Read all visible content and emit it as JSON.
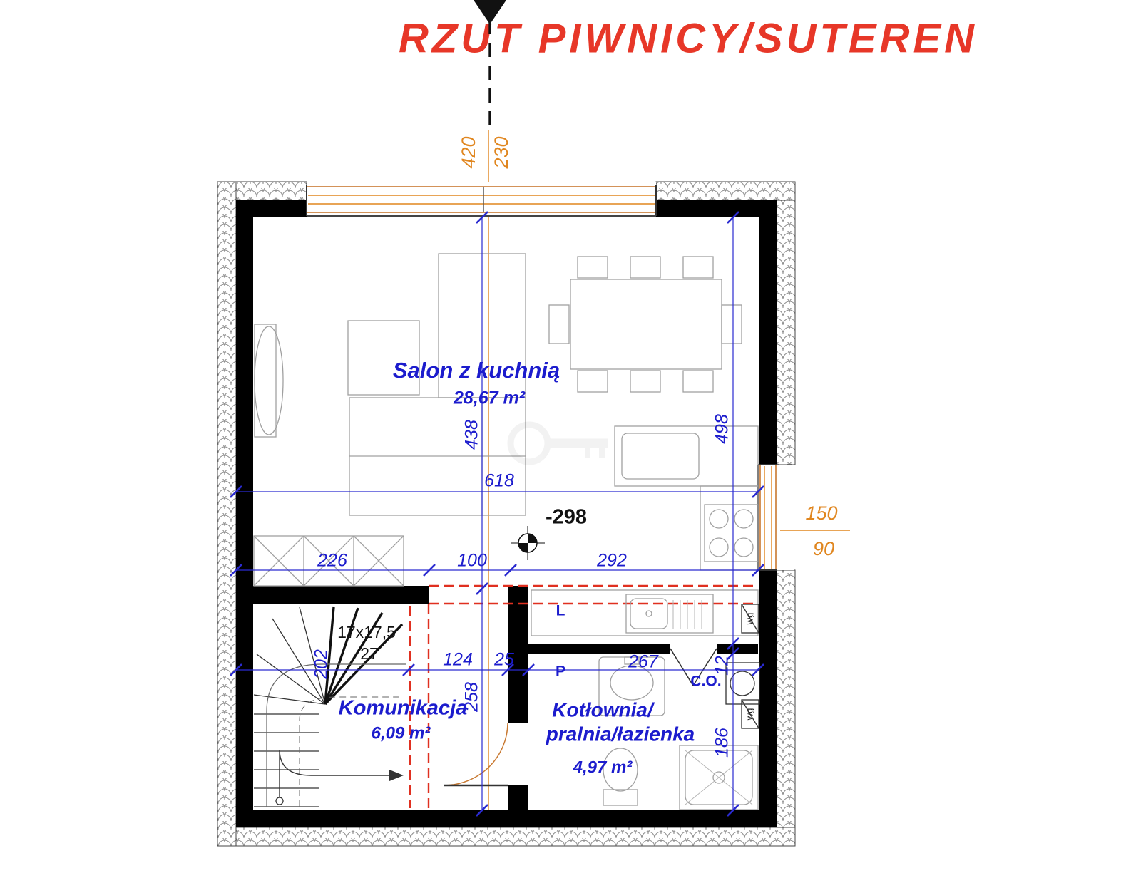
{
  "title": "RZUT PIWNICY/SUTEREN",
  "colors": {
    "title_red": "#e73728",
    "dim_blue": "#1c1ccd",
    "dim_orange": "#e0861f",
    "projection_red": "#e03020",
    "wall_black": "#000000",
    "furniture_gray": "#a0a0a0"
  },
  "rooms": {
    "salon": {
      "name": "Salon z kuchnią",
      "area": "28,67 m²"
    },
    "komunikacja": {
      "name": "Komunikacja",
      "area": "6,09 m²"
    },
    "kotlownia": {
      "name_line1": "Kotłownia/",
      "name_line2": "pralnia/łazienka",
      "area": "4,97 m²"
    }
  },
  "level": {
    "value": "-298"
  },
  "stairs": {
    "riser_note": "17x17,5",
    "step_count": "27"
  },
  "dims": {
    "axis_left": "420",
    "axis_right": "230",
    "right_window_width": "150",
    "right_window_sill": "90",
    "interior_width": "618",
    "salon_depth_center": "438",
    "salon_depth_right": "498",
    "salon_seg_left": "226",
    "salon_seg_mid": "100",
    "salon_seg_right": "292",
    "lower_seg_1": "202",
    "lower_seg_2": "124",
    "lower_seg_3": "25",
    "lower_seg_4": "267",
    "partition_thickness": "12",
    "lower_depth_center": "258",
    "kotlownia_depth": "186"
  },
  "annotations": {
    "door_left": "L",
    "door_right": "P",
    "boiler": "C.O.",
    "vent_upper": "wg",
    "vent_lower": "wg"
  }
}
